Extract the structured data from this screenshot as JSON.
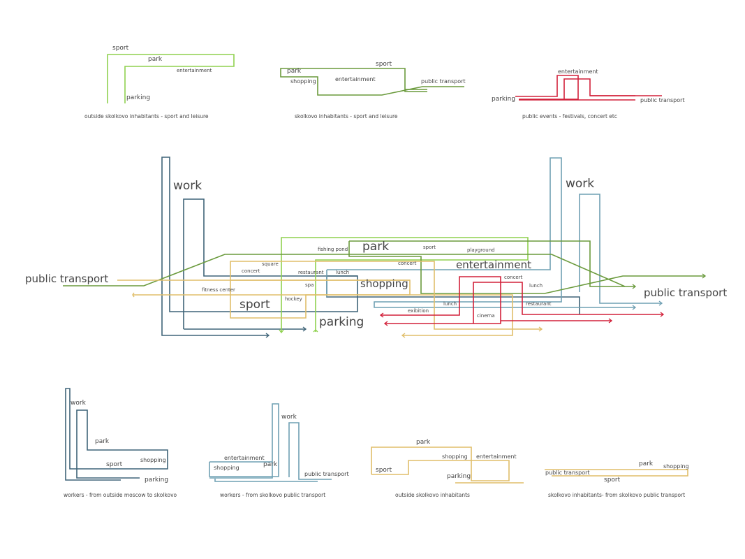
{
  "colors": {
    "light_green": "#8fd14f",
    "green": "#6a9a3c",
    "dark_teal": "#3f6478",
    "teal": "#6fa0b3",
    "red": "#d2213a",
    "yellow": "#e0be6a"
  },
  "top_diagrams": [
    {
      "caption": "outside skolkovo inhabitants - sport and leisure",
      "labels": [
        "sport",
        "park",
        "entertainment",
        "parking"
      ]
    },
    {
      "caption": "skolkovo inhabitants - sport and leisure",
      "labels": [
        "park",
        "shopping",
        "entertainment",
        "sport",
        "public transport"
      ]
    },
    {
      "caption": "public events - festivals, concert etc",
      "labels": [
        "entertainment",
        "parking",
        "public transport"
      ]
    }
  ],
  "main_diagram": {
    "big_labels": {
      "work_left": "work",
      "work_right": "work",
      "public_transport_left": "public transport",
      "public_transport_right": "public transport",
      "park": "park",
      "entertainment": "entertainment",
      "shopping": "shopping",
      "sport": "sport",
      "parking": "parking"
    },
    "small_labels": {
      "fishing_pond": "fishing pond",
      "sport": "sport",
      "playground": "playground",
      "square": "square",
      "concert_left": "concert",
      "restaurant_left": "restaurant",
      "lunch_top": "lunch",
      "concert_mid": "concert",
      "fitness_center": "fitness center",
      "spa": "spa",
      "hockey": "hockey",
      "concert_right": "concert",
      "lunch_right": "lunch",
      "lunch_low": "lunch",
      "restaurant_right": "restaurant",
      "exibition": "exibition",
      "cinema": "cinema"
    }
  },
  "bottom_diagrams": [
    {
      "caption": "workers - from outside moscow to skolkovo",
      "labels": [
        "work",
        "park",
        "shopping",
        "sport",
        "parking"
      ]
    },
    {
      "caption": "workers - from skolkovo public transport",
      "labels": [
        "work",
        "entertainment",
        "shopping",
        "park",
        "public transport"
      ]
    },
    {
      "caption": "outside skolkovo inhabitants",
      "labels": [
        "park",
        "shopping",
        "entertainment",
        "sport",
        "parking"
      ]
    },
    {
      "caption": "skolkovo inhabitants- from skolkovo public transport",
      "labels": [
        "park",
        "shopping",
        "public transport",
        "sport"
      ]
    }
  ]
}
